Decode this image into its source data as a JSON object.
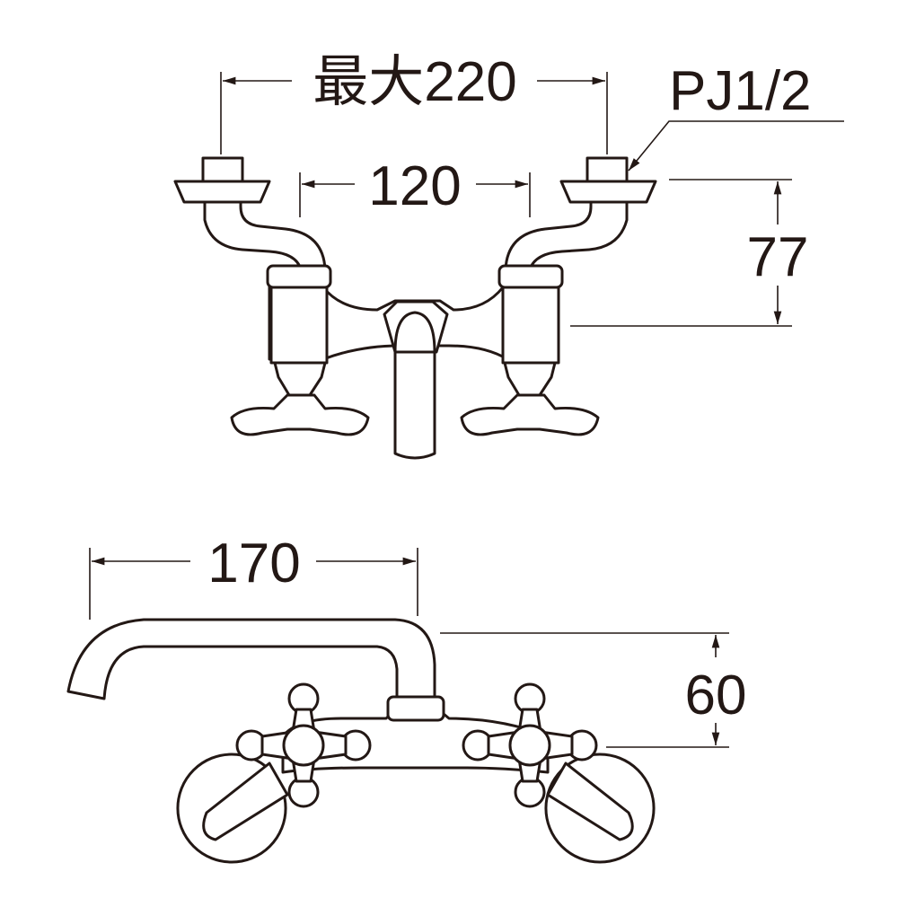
{
  "front_view": {
    "dimension_max_spacing": "最大220",
    "dimension_inlet_spacing": "120",
    "dimension_height": "77",
    "connection_label": "PJ1/2"
  },
  "side_view": {
    "dimension_spout_reach": "170",
    "dimension_spout_height": "60"
  },
  "colors": {
    "line": "#231815",
    "background": "#ffffff"
  }
}
